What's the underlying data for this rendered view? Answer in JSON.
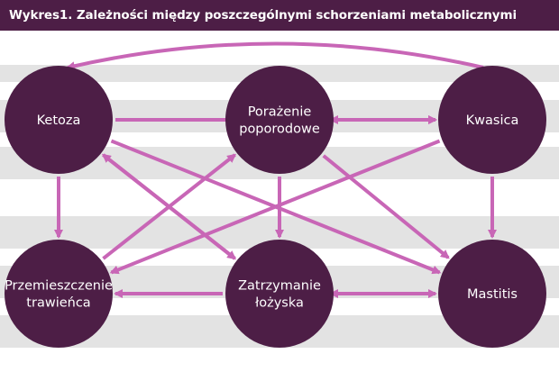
{
  "title": "Wykres1. Zależności między poszczególnymi schorzeniami metabolicznymi",
  "colors": {
    "title_bg": "#4d1e46",
    "node_fill": "#4d1e46",
    "arrow": "#c866b6",
    "band": "#e3e3e3",
    "node_text": "#ffffff"
  },
  "nodes": [
    {
      "id": "ketoza",
      "lines": [
        "Ketoza"
      ]
    },
    {
      "id": "porazenie",
      "lines": [
        "Porażenie",
        "poporodowe"
      ]
    },
    {
      "id": "kwasica",
      "lines": [
        "Kwasica"
      ]
    },
    {
      "id": "przemieszczenie",
      "lines": [
        "Przemieszczenie",
        "trawieńca"
      ]
    },
    {
      "id": "zatrzymanie",
      "lines": [
        "Zatrzymanie",
        "łożyska"
      ]
    },
    {
      "id": "mastitis",
      "lines": [
        "Mastitis"
      ]
    }
  ],
  "edges": [
    {
      "from": "kwasica",
      "to": "ketoza",
      "style": "curve"
    },
    {
      "from": "ketoza",
      "to": "kwasica"
    },
    {
      "from": "porazenie",
      "to": "kwasica",
      "bidirectional": true
    },
    {
      "from": "ketoza",
      "to": "przemieszczenie"
    },
    {
      "from": "ketoza",
      "to": "mastitis"
    },
    {
      "from": "ketoza",
      "to": "zatrzymanie"
    },
    {
      "from": "zatrzymanie",
      "to": "ketoza"
    },
    {
      "from": "przemieszczenie",
      "to": "porazenie"
    },
    {
      "from": "porazenie",
      "to": "zatrzymanie"
    },
    {
      "from": "porazenie",
      "to": "mastitis"
    },
    {
      "from": "kwasica",
      "to": "przemieszczenie"
    },
    {
      "from": "kwasica",
      "to": "mastitis"
    },
    {
      "from": "zatrzymanie",
      "to": "przemieszczenie"
    },
    {
      "from": "zatrzymanie",
      "to": "mastitis",
      "bidirectional": true
    }
  ]
}
